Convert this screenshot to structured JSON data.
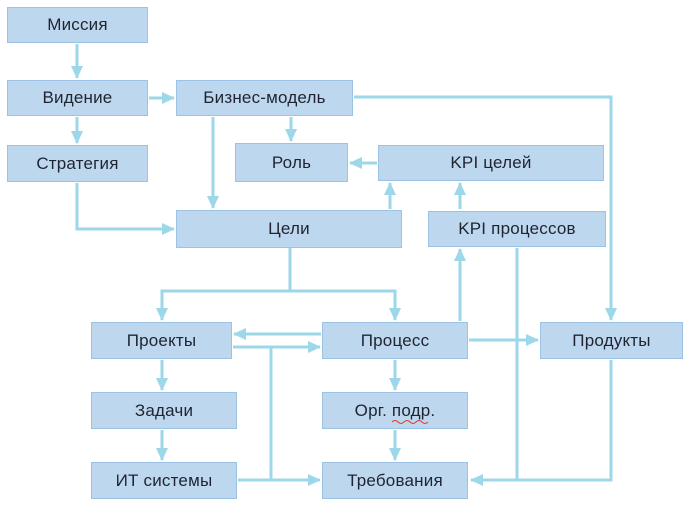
{
  "diagram": {
    "type": "flowchart",
    "language": "ru",
    "colors": {
      "background": "#FFFFFF",
      "box_fill": "#BDD7EE",
      "box_border": "#9CC3E6",
      "arrow": "#9DD7EA",
      "text": "#1F2430",
      "spellcheck_underline": "#E03C31"
    },
    "nodes": [
      {
        "id": "mission",
        "label": "Миссия"
      },
      {
        "id": "vision",
        "label": "Видение"
      },
      {
        "id": "business_model",
        "label": "Бизнес-модель"
      },
      {
        "id": "strategy",
        "label": "Стратегия"
      },
      {
        "id": "role",
        "label": "Роль"
      },
      {
        "id": "kpi_goals",
        "label": "KPI целей"
      },
      {
        "id": "goals",
        "label": "Цели"
      },
      {
        "id": "kpi_processes",
        "label": "KPI процессов"
      },
      {
        "id": "projects",
        "label": "Проекты"
      },
      {
        "id": "process",
        "label": "Процесс"
      },
      {
        "id": "products",
        "label": "Продукты"
      },
      {
        "id": "tasks",
        "label": "Задачи"
      },
      {
        "id": "org_unit",
        "label": "Орг. подр."
      },
      {
        "id": "it_systems",
        "label": "ИТ системы"
      },
      {
        "id": "requirements",
        "label": "Требования"
      }
    ],
    "edges": [
      {
        "from": "Миссия",
        "to": "Видение"
      },
      {
        "from": "Видение",
        "to": "Бизнес-модель"
      },
      {
        "from": "Видение",
        "to": "Стратегия"
      },
      {
        "from": "Стратегия",
        "to": "Цели"
      },
      {
        "from": "Бизнес-модель",
        "to": "Роль"
      },
      {
        "from": "Бизнес-модель",
        "to": "Цели"
      },
      {
        "from": "Бизнес-модель",
        "to": "Продукты"
      },
      {
        "from": "KPI целей",
        "to": "Роль"
      },
      {
        "from": "Цели",
        "to": "KPI целей"
      },
      {
        "from": "KPI процессов",
        "to": "KPI целей"
      },
      {
        "from": "Процесс",
        "to": "KPI процессов"
      },
      {
        "from": "Цели",
        "to": "Проекты"
      },
      {
        "from": "Цели",
        "to": "Процесс"
      },
      {
        "from": "Процесс",
        "to": "Проекты"
      },
      {
        "from": "Проекты",
        "to": "Процесс"
      },
      {
        "from": "Процесс",
        "to": "Продукты"
      },
      {
        "from": "Процесс",
        "to": "Орг. подр."
      },
      {
        "from": "Проекты",
        "to": "Задачи"
      },
      {
        "from": "Задачи",
        "to": "ИТ системы"
      },
      {
        "from": "Орг. подр.",
        "to": "Требования"
      },
      {
        "from": "ИТ системы",
        "to": "Требования"
      },
      {
        "from": "Продукты",
        "to": "Требования"
      },
      {
        "from": "KPI процессов",
        "to": "Требования"
      },
      {
        "from": "Требования",
        "to": "Процесс"
      }
    ]
  }
}
